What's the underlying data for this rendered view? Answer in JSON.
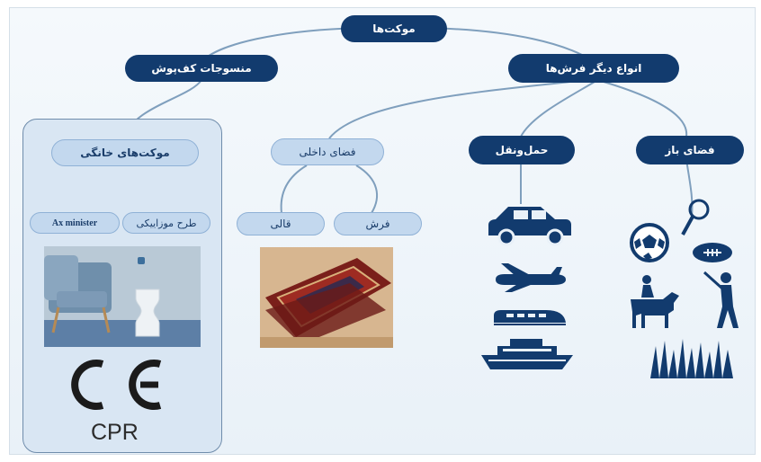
{
  "root": {
    "label": "موکت‌ها"
  },
  "branches": {
    "floor_textiles": {
      "label": "منسوجات کف‌پوش"
    },
    "other_carpets": {
      "label": "انواع دیگر فرش‌ها"
    }
  },
  "home_carpets": {
    "label": "موکت‌های خانگی",
    "children": [
      "طرح موزاییکی",
      "Ax minister"
    ],
    "marks": {
      "ce": "CE",
      "cpr": "CPR"
    }
  },
  "indoor": {
    "label": "فضای داخلی",
    "children": [
      "فرش",
      "قالی"
    ]
  },
  "transport": {
    "label": "حمل‌ونقل",
    "icons": [
      "car-icon",
      "airplane-icon",
      "train-icon",
      "ship-icon"
    ]
  },
  "outdoor": {
    "label": "فضای باز",
    "icons": [
      "soccer-ball-icon",
      "tennis-racket-icon",
      "football-icon",
      "horse-rider-icon",
      "golfer-icon",
      "grass-icon"
    ]
  },
  "colors": {
    "dark_node": "#123b6e",
    "light_node": "#c3d8ee",
    "lines": "#7f9fbd",
    "icons": "#123b6e"
  }
}
